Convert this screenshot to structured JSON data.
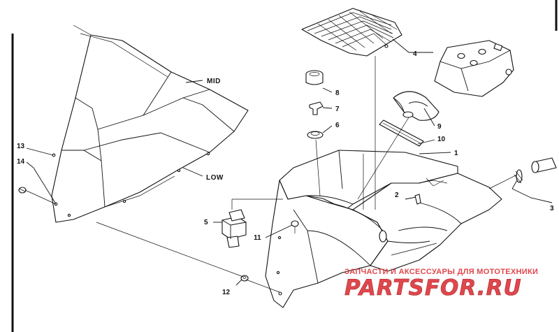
{
  "callouts": {
    "c1": "1",
    "c2": "2",
    "c3": "3",
    "c4": "4",
    "c5": "5",
    "c6": "6",
    "c7": "7",
    "c8": "8",
    "c9": "9",
    "c10": "10",
    "c11": "11",
    "c12": "12",
    "c13": "13",
    "c14": "14"
  },
  "labels": {
    "mid": "MID",
    "low": "LOW"
  },
  "watermark": {
    "tagline": "ЗАПЧАСТИ И АКСЕССУАРЫ ДЛЯ МОТОТЕХНИКИ",
    "logo": "PARTSFOR.RU",
    "color": "#e0474c"
  },
  "colors": {
    "line": "#111111",
    "background": "#ffffff"
  }
}
